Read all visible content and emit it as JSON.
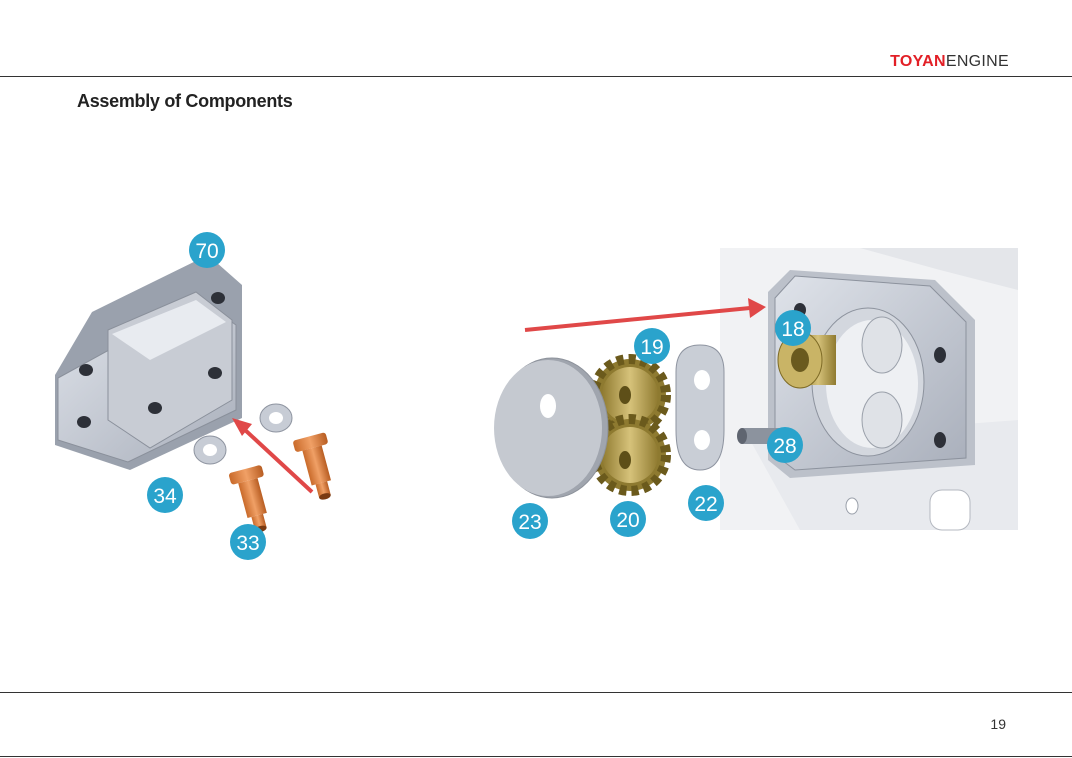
{
  "header": {
    "brand_part1": "TOYAN",
    "brand_part2": "ENGINE"
  },
  "page": {
    "title": "Assembly of Components",
    "number": "19"
  },
  "callouts": {
    "c70": "70",
    "c34": "34",
    "c33": "33",
    "c19": "19",
    "c18": "18",
    "c28": "28",
    "c22": "22",
    "c20": "20",
    "c23": "23"
  },
  "colors": {
    "brand_red": "#e21f26",
    "callout_blue": "#2aa3cc",
    "arrow_red": "#e04848",
    "copper": "#e08a4a",
    "brass": "#b8a25a",
    "steel": "#c5cad3"
  }
}
